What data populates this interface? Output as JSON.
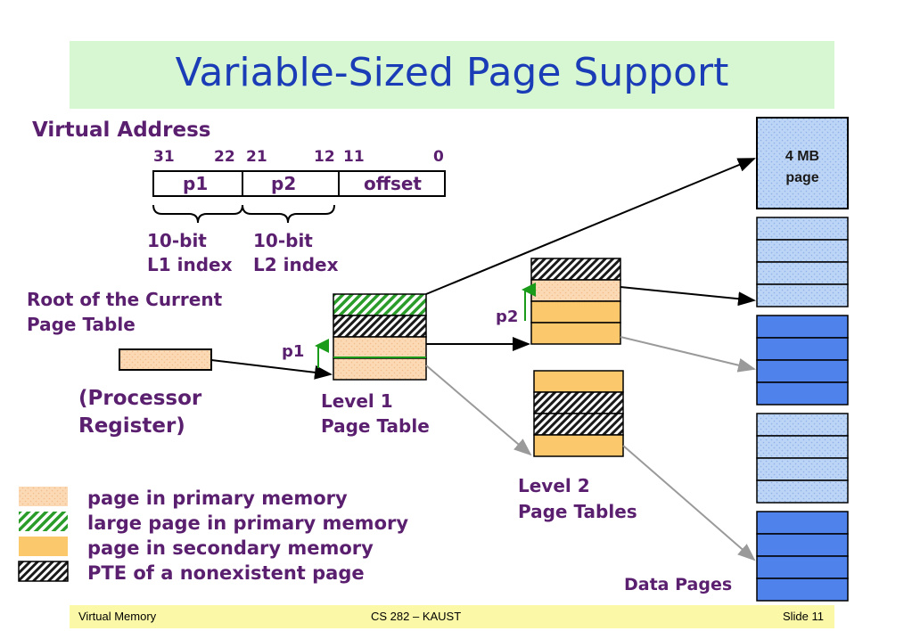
{
  "slide": {
    "title": "Variable-Sized Page Support",
    "virtual_address_label": "Virtual Address",
    "bit_positions": [
      "31",
      "22",
      "21",
      "12",
      "11",
      "0"
    ],
    "fields": [
      "p1",
      "p2",
      "offset"
    ],
    "l1_index": "10-bit\nL1 index",
    "l2_index": "10-bit\nL2 index",
    "root_label": "Root of the Current\nPage Table",
    "register_label": "(Processor\nRegister)",
    "p1_label": "p1",
    "p2_label": "p2",
    "level1_label": "Level 1\nPage Table",
    "level2_label": "Level 2\nPage Tables",
    "data_pages_label": "Data Pages",
    "large_page_label": "4 MB\npage",
    "legend": [
      "page in primary memory",
      "large page in primary memory",
      "page in secondary memory",
      "PTE of a nonexistent page"
    ]
  },
  "footer": {
    "left": "Virtual Memory",
    "center": "CS 282 – KAUST",
    "right": "Slide 11"
  },
  "colors": {
    "title": "#1b3cb7",
    "label": "#5a1f6e",
    "primary": "#fbd9b4",
    "secondary": "#fbc96b",
    "large": "#2a9c2a",
    "data_light": "#bcd4f5",
    "data_blue": "#4f82ea"
  }
}
